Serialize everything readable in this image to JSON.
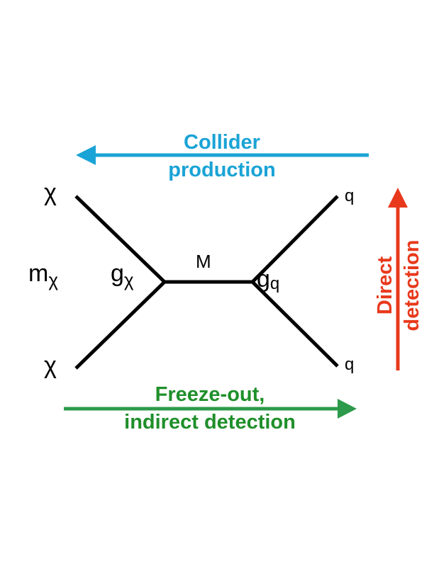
{
  "particles": {
    "chi_top": "χ",
    "chi_bottom": "χ",
    "q_top": "q",
    "q_bottom": "q"
  },
  "labels": {
    "mass_dm_base": "m",
    "mass_dm_sub": "χ",
    "coupling_dm_base": "g",
    "coupling_dm_sub": "χ",
    "mediator": "M",
    "coupling_q_base": "g",
    "coupling_q_sub": "q"
  },
  "processes": {
    "collider": {
      "line1": "Collider",
      "line2": "production",
      "color": "#1aa3d6"
    },
    "freezeout": {
      "line1": "Freeze-out,",
      "line2": "indirect detection",
      "color": "#1f8f2a"
    },
    "direct": {
      "line1": "Direct",
      "line2": "detection",
      "color": "#e8391c"
    }
  },
  "colors": {
    "lines": "#000000",
    "green_arrow": "#2c9a4a"
  }
}
